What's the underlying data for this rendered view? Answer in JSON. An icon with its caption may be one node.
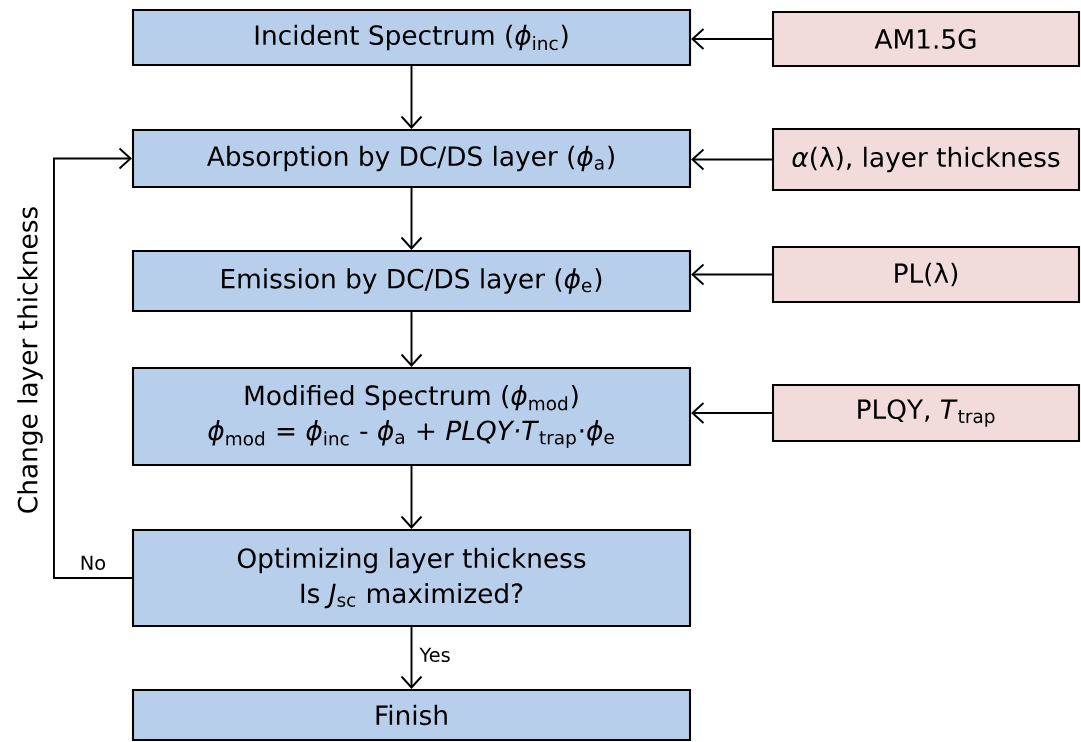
{
  "diagram": {
    "nodes": [
      {
        "text": [
          "Incident Spectrum (*ϕ*$_{inc}$)"
        ]
      },
      {
        "text": [
          "AM1.5G"
        ]
      },
      {
        "text": [
          "Absorption by DC/DS layer (*ϕ*$_{a}$)"
        ]
      },
      {
        "text": [
          "*α*(λ), layer thickness"
        ]
      },
      {
        "text": [
          "Emission by DC/DS layer (*ϕ*$_{e}$)"
        ]
      },
      {
        "text": [
          "PL(λ)"
        ]
      },
      {
        "text": [
          "Modified Spectrum (*ϕ*$_{mod}$)",
          "*ϕ*$_{mod}$ = *ϕ*$_{inc}$ - *ϕ*$_{a}$ + *PLQY·T*$_{trap}$·*ϕ*$_{e}$"
        ]
      },
      {
        "text": [
          "PLQY, *T*$_{trap}$"
        ]
      },
      {
        "text": [
          "Optimizing layer thickness",
          "Is *J*$_{sc}$ maximized?"
        ]
      },
      {
        "text": [
          "Finish"
        ]
      }
    ],
    "edges": [
      {
        "from": 1,
        "to": 0,
        "arrow": "to"
      },
      {
        "from": 0,
        "to": 2,
        "arrow": "to"
      },
      {
        "from": 3,
        "to": 2,
        "arrow": "to"
      },
      {
        "from": 2,
        "to": 4,
        "arrow": "to"
      },
      {
        "from": 5,
        "to": 4,
        "arrow": "to"
      },
      {
        "from": 4,
        "to": 6,
        "arrow": "to"
      },
      {
        "from": 7,
        "to": 6,
        "arrow": "to"
      },
      {
        "from": 6,
        "to": 8,
        "arrow": "to"
      },
      {
        "from": 8,
        "to": 2,
        "arrow": "to",
        "label": "No"
      },
      {
        "from": 8,
        "to": 9,
        "arrow": "to",
        "label": "Yes"
      }
    ],
    "labels": [
      "Change layer thickness"
    ]
  }
}
